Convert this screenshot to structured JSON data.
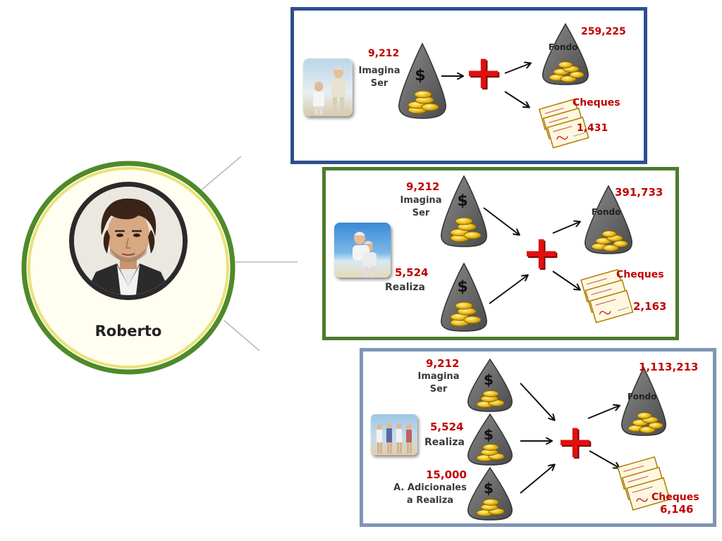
{
  "profile": {
    "name": "Roberto"
  },
  "scenario1": {
    "imagina_value": "9,212",
    "imagina_label_1": "Imagina",
    "imagina_label_2": "Ser",
    "fondo_value": "259,225",
    "fondo_label": "Fondo",
    "cheques_label": "Cheques",
    "cheques_value": "1,431"
  },
  "scenario2": {
    "imagina_value": "9,212",
    "imagina_label_1": "Imagina",
    "imagina_label_2": "Ser",
    "realiza_value": "5,524",
    "realiza_label": "Realiza",
    "fondo_value": "391,733",
    "fondo_label": "Fondo",
    "cheques_label": "Cheques",
    "cheques_value": "2,163"
  },
  "scenario3": {
    "imagina_value": "9,212",
    "imagina_label_1": "Imagina",
    "imagina_label_2": "Ser",
    "realiza_value": "5,524",
    "realiza_label": "Realiza",
    "adicionales_value": "15,000",
    "adicionales_label_1": "A. Adicionales",
    "adicionales_label_2": "a Realiza",
    "fondo_value": "1,113,213",
    "fondo_label": "Fondo",
    "cheques_label": "Cheques",
    "cheques_value": "6,146"
  },
  "symbols": {
    "dollar": "$",
    "plus": "+"
  },
  "colors": {
    "panel1_border": "#2e4f8f",
    "panel2_border": "#4e7a2e",
    "panel3_border": "#8095b5",
    "ring_outer": "#4e8a2a",
    "ring_inner": "#e8e27a",
    "value_red": "#c00000",
    "plus_red": "#e01010",
    "bag_gray": "#6b6b6b",
    "coin_gold": "#f0c020"
  }
}
